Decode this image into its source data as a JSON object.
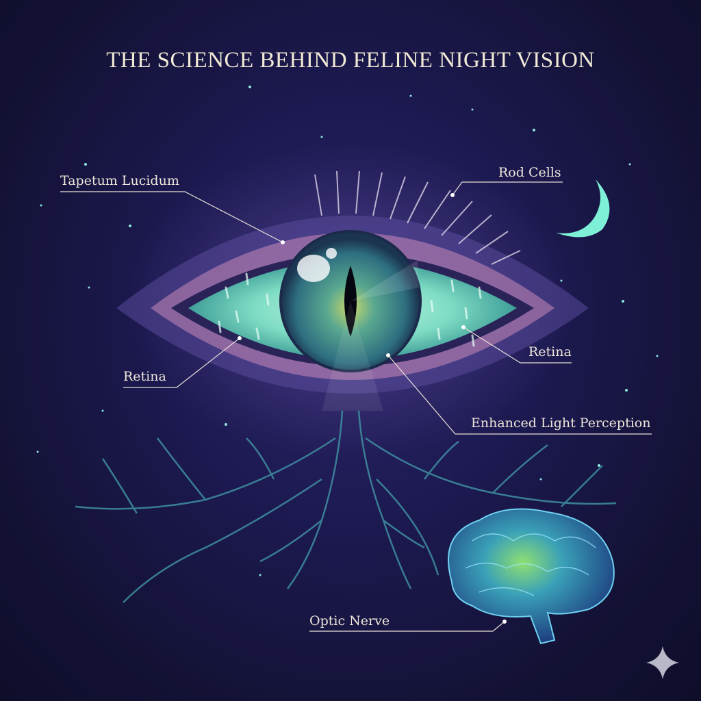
{
  "title": "THE SCIENCE BEHIND FELINE NIGHT VISION",
  "labels": {
    "tapetum_lucidum": "Tapetum Lucidum",
    "rod_cells": "Rod Cells",
    "retina_left": "Retina",
    "retina_right": "Retina",
    "enhanced_light": "Enhanced Light Perception",
    "optic_nerve": "Optic Nerve"
  },
  "colors": {
    "background": "#1c1950",
    "eye_glow": "#7fe0c8",
    "iris": "#3f8f8a",
    "nerve": "#3f8fa0",
    "brain": "#3aa0c8",
    "moon": "#7ff0d8",
    "lid_pink": "#c88ab8",
    "text": "#ece6da"
  },
  "icons": [
    "crescent-moon-icon",
    "sparkle-icon"
  ]
}
